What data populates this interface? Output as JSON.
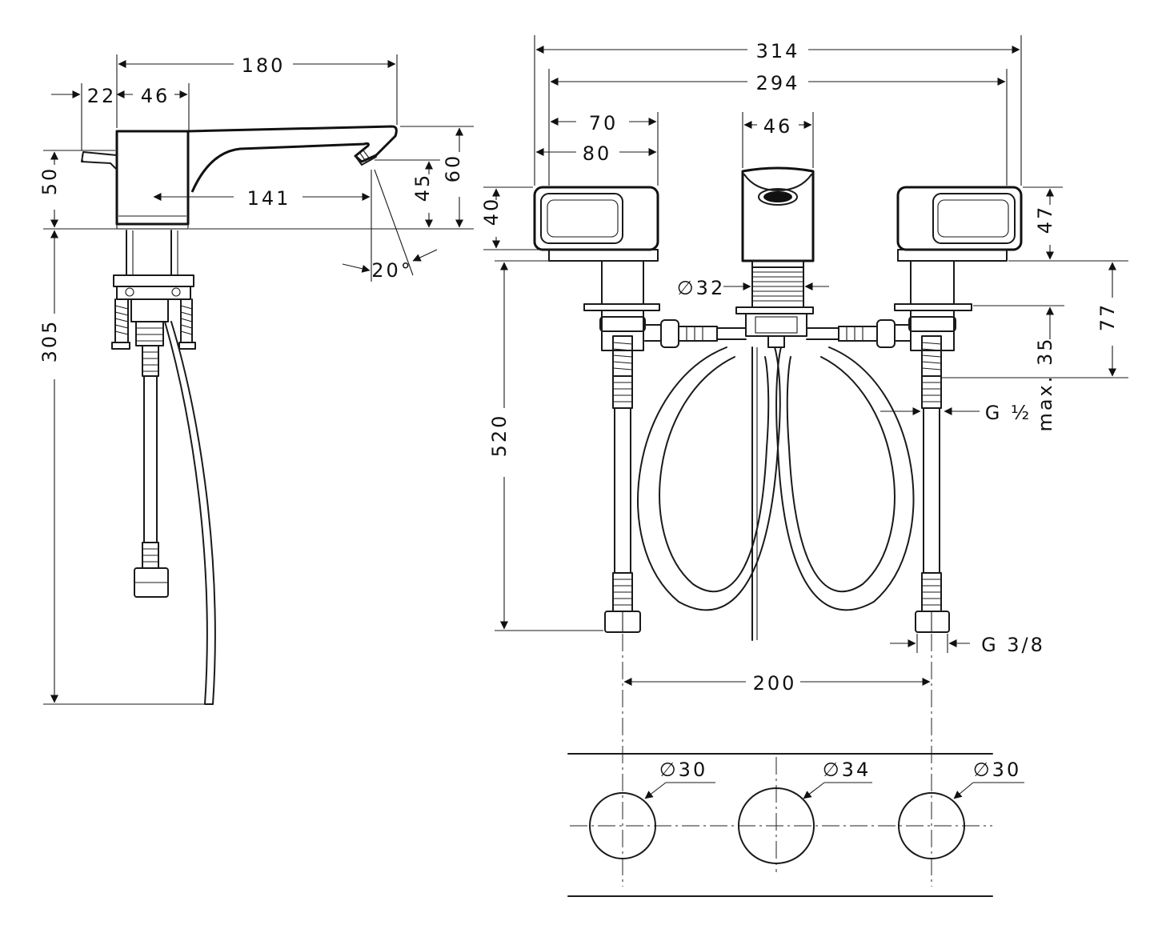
{
  "side_view": {
    "dim_length": "180",
    "dim_lever_offset": "22",
    "dim_body_width": "46",
    "dim_spout_reach": "141",
    "dim_body_height": "50",
    "dim_spout_height": "45",
    "dim_total_height": "60",
    "dim_angle": "20°",
    "dim_under_deck": "305"
  },
  "front_view": {
    "dim_overall_width": "314",
    "dim_handle_span": "294",
    "dim_handle_width": "70",
    "dim_rosette_width": "80",
    "dim_spout_width": "46",
    "dim_handle_height_left": "40",
    "dim_handle_height_right": "47",
    "dim_shank_diameter": "∅32",
    "dim_under_deck": "520",
    "dim_shank_length": "77",
    "dim_max_deck": "max. 35",
    "dim_thread_inlet": "G ½",
    "dim_thread_outlet": "G 3/8",
    "dim_centers": "200"
  },
  "hole_pattern": {
    "hole_left": "∅30",
    "hole_center": "∅34",
    "hole_right": "∅30"
  }
}
